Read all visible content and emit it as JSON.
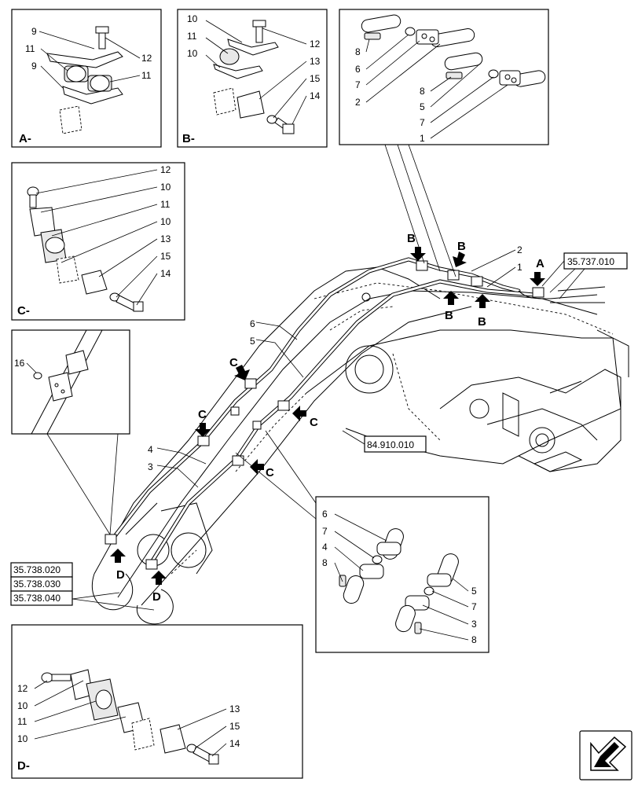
{
  "detail_views": {
    "A": {
      "title": "A-",
      "items": [
        "9",
        "11",
        "9",
        "12",
        "11"
      ]
    },
    "B": {
      "title": "B-",
      "items": [
        "10",
        "11",
        "10",
        "12",
        "13",
        "15",
        "14"
      ]
    },
    "top_right": {
      "items": [
        "8",
        "6",
        "7",
        "2",
        "8",
        "5",
        "7",
        "1"
      ]
    },
    "C": {
      "title": "C-",
      "items": [
        "12",
        "10",
        "11",
        "10",
        "13",
        "15",
        "14"
      ]
    },
    "D": {
      "title": "D-",
      "items": [
        "12",
        "10",
        "11",
        "10",
        "13",
        "15",
        "14"
      ]
    },
    "left_inset": {
      "items": [
        "16"
      ]
    },
    "bottom_right": {
      "items": [
        "6",
        "7",
        "4",
        "8",
        "5",
        "7",
        "3",
        "8"
      ]
    }
  },
  "main": {
    "callouts": [
      "2",
      "1",
      "6",
      "5",
      "4",
      "3"
    ],
    "view_markers": [
      "A",
      "B",
      "B",
      "B",
      "B",
      "C",
      "C",
      "C",
      "C",
      "D",
      "D"
    ]
  },
  "references": {
    "r1": "35.737.010",
    "r2": "84.910.010",
    "r3": "35.738.020",
    "r4": "35.738.030",
    "r5": "35.738.040"
  }
}
